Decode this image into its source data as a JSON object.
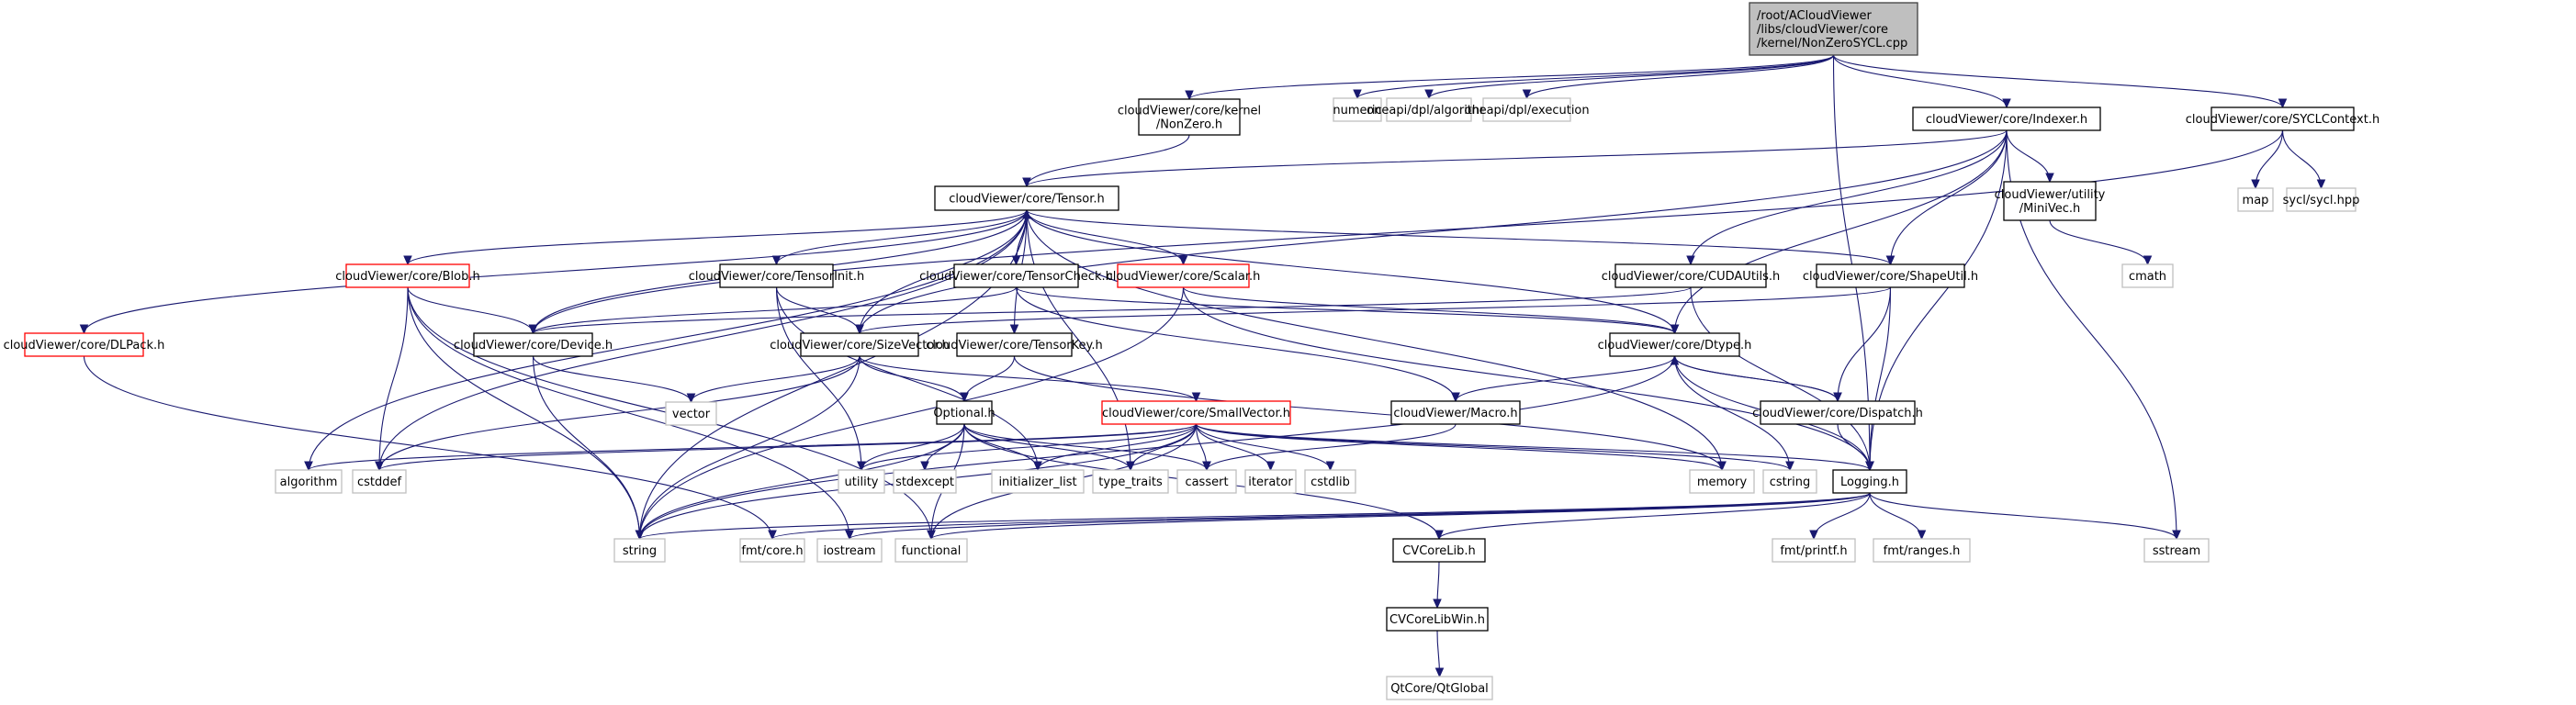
{
  "title": "/root/ACloudViewer/libs/cloudViewer/core/kernel/NonZeroSYCL.cpp include dependency graph",
  "colors": {
    "edge": "#191970",
    "root_fill": "#bfbfbf",
    "root_border": "#404040",
    "documented_border": "#000000",
    "truncated_border": "#ff0000",
    "external_border": "#bfbfbf"
  },
  "nodes": [
    {
      "id": "root",
      "kind": "root",
      "lines": [
        "/root/ACloudViewer",
        "/libs/cloudViewer/core",
        "/kernel/NonZeroSYCL.cpp"
      ]
    },
    {
      "id": "nonzero",
      "kind": "doc",
      "lines": [
        "cloudViewer/core/kernel",
        "/NonZero.h"
      ]
    },
    {
      "id": "numeric",
      "kind": "ext",
      "lines": [
        "numeric"
      ]
    },
    {
      "id": "dplalg",
      "kind": "ext",
      "lines": [
        "oneapi/dpl/algorithm"
      ]
    },
    {
      "id": "dplexec",
      "kind": "ext",
      "lines": [
        "oneapi/dpl/execution"
      ]
    },
    {
      "id": "indexer",
      "kind": "doc",
      "lines": [
        "cloudViewer/core/Indexer.h"
      ]
    },
    {
      "id": "syclctx",
      "kind": "doc",
      "lines": [
        "cloudViewer/core/SYCLContext.h"
      ]
    },
    {
      "id": "tensor",
      "kind": "doc",
      "lines": [
        "cloudViewer/core/Tensor.h"
      ]
    },
    {
      "id": "minivec",
      "kind": "doc",
      "lines": [
        "cloudViewer/utility",
        "/MiniVec.h"
      ]
    },
    {
      "id": "map",
      "kind": "ext",
      "lines": [
        "map"
      ]
    },
    {
      "id": "syclhpp",
      "kind": "ext",
      "lines": [
        "sycl/sycl.hpp"
      ]
    },
    {
      "id": "blob",
      "kind": "trunc",
      "lines": [
        "cloudViewer/core/Blob.h"
      ]
    },
    {
      "id": "tensorinit",
      "kind": "doc",
      "lines": [
        "cloudViewer/core/TensorInit.h"
      ]
    },
    {
      "id": "tensorcheck",
      "kind": "doc",
      "lines": [
        "cloudViewer/core/TensorCheck.h"
      ]
    },
    {
      "id": "scalar",
      "kind": "trunc",
      "lines": [
        "cloudViewer/core/Scalar.h"
      ]
    },
    {
      "id": "cudautils",
      "kind": "doc",
      "lines": [
        "cloudViewer/core/CUDAUtils.h"
      ]
    },
    {
      "id": "shapeutil",
      "kind": "doc",
      "lines": [
        "cloudViewer/core/ShapeUtil.h"
      ]
    },
    {
      "id": "cmath",
      "kind": "ext",
      "lines": [
        "cmath"
      ]
    },
    {
      "id": "dlpack",
      "kind": "trunc",
      "lines": [
        "cloudViewer/core/DLPack.h"
      ]
    },
    {
      "id": "device",
      "kind": "doc",
      "lines": [
        "cloudViewer/core/Device.h"
      ]
    },
    {
      "id": "sizevector",
      "kind": "doc",
      "lines": [
        "cloudViewer/core/SizeVector.h"
      ]
    },
    {
      "id": "tensorkey",
      "kind": "doc",
      "lines": [
        "cloudViewer/core/TensorKey.h"
      ]
    },
    {
      "id": "dtype",
      "kind": "doc",
      "lines": [
        "cloudViewer/core/Dtype.h"
      ]
    },
    {
      "id": "vector",
      "kind": "ext",
      "lines": [
        "vector"
      ]
    },
    {
      "id": "optional",
      "kind": "doc",
      "lines": [
        "Optional.h"
      ]
    },
    {
      "id": "smallvector",
      "kind": "trunc",
      "lines": [
        "cloudViewer/core/SmallVector.h"
      ]
    },
    {
      "id": "macro",
      "kind": "doc",
      "lines": [
        "cloudViewer/Macro.h"
      ]
    },
    {
      "id": "dispatch",
      "kind": "doc",
      "lines": [
        "cloudViewer/core/Dispatch.h"
      ]
    },
    {
      "id": "algorithm",
      "kind": "ext",
      "lines": [
        "algorithm"
      ]
    },
    {
      "id": "cstddef",
      "kind": "ext",
      "lines": [
        "cstddef"
      ]
    },
    {
      "id": "utility",
      "kind": "ext",
      "lines": [
        "utility"
      ]
    },
    {
      "id": "stdexcept",
      "kind": "ext",
      "lines": [
        "stdexcept"
      ]
    },
    {
      "id": "initlist",
      "kind": "ext",
      "lines": [
        "initializer_list"
      ]
    },
    {
      "id": "typetraits",
      "kind": "ext",
      "lines": [
        "type_traits"
      ]
    },
    {
      "id": "cassert",
      "kind": "ext",
      "lines": [
        "cassert"
      ]
    },
    {
      "id": "iterator",
      "kind": "ext",
      "lines": [
        "iterator"
      ]
    },
    {
      "id": "cstdlib",
      "kind": "ext",
      "lines": [
        "cstdlib"
      ]
    },
    {
      "id": "memory",
      "kind": "ext",
      "lines": [
        "memory"
      ]
    },
    {
      "id": "cstring",
      "kind": "ext",
      "lines": [
        "cstring"
      ]
    },
    {
      "id": "logging",
      "kind": "doc",
      "lines": [
        "Logging.h"
      ]
    },
    {
      "id": "string",
      "kind": "ext",
      "lines": [
        "string"
      ]
    },
    {
      "id": "fmtcore",
      "kind": "ext",
      "lines": [
        "fmt/core.h"
      ]
    },
    {
      "id": "iostream",
      "kind": "ext",
      "lines": [
        "iostream"
      ]
    },
    {
      "id": "functional",
      "kind": "ext",
      "lines": [
        "functional"
      ]
    },
    {
      "id": "cvcorelib",
      "kind": "doc",
      "lines": [
        "CVCoreLib.h"
      ]
    },
    {
      "id": "fmtprintf",
      "kind": "ext",
      "lines": [
        "fmt/printf.h"
      ]
    },
    {
      "id": "fmtranges",
      "kind": "ext",
      "lines": [
        "fmt/ranges.h"
      ]
    },
    {
      "id": "sstream",
      "kind": "ext",
      "lines": [
        "sstream"
      ]
    },
    {
      "id": "cvcorelibwin",
      "kind": "doc",
      "lines": [
        "CVCoreLibWin.h"
      ]
    },
    {
      "id": "qtglobal",
      "kind": "ext",
      "lines": [
        "QtCore/QtGlobal"
      ]
    }
  ],
  "edges": [
    [
      "root",
      "nonzero"
    ],
    [
      "root",
      "numeric"
    ],
    [
      "root",
      "dplalg"
    ],
    [
      "root",
      "dplexec"
    ],
    [
      "root",
      "indexer"
    ],
    [
      "root",
      "syclctx"
    ],
    [
      "root",
      "logging"
    ],
    [
      "nonzero",
      "tensor"
    ],
    [
      "indexer",
      "tensor"
    ],
    [
      "indexer",
      "cudautils"
    ],
    [
      "indexer",
      "shapeutil"
    ],
    [
      "indexer",
      "minivec"
    ],
    [
      "indexer",
      "dtype"
    ],
    [
      "indexer",
      "sizevector"
    ],
    [
      "indexer",
      "logging"
    ],
    [
      "indexer",
      "sstream"
    ],
    [
      "syclctx",
      "device"
    ],
    [
      "syclctx",
      "map"
    ],
    [
      "syclctx",
      "syclhpp"
    ],
    [
      "minivec",
      "cmath"
    ],
    [
      "tensor",
      "blob"
    ],
    [
      "tensor",
      "dlpack"
    ],
    [
      "tensor",
      "device"
    ],
    [
      "tensor",
      "tensorinit"
    ],
    [
      "tensor",
      "sizevector"
    ],
    [
      "tensor",
      "tensorcheck"
    ],
    [
      "tensor",
      "scalar"
    ],
    [
      "tensor",
      "tensorkey"
    ],
    [
      "tensor",
      "shapeutil"
    ],
    [
      "tensor",
      "dtype"
    ],
    [
      "tensor",
      "algorithm"
    ],
    [
      "tensor",
      "cstddef"
    ],
    [
      "tensor",
      "string"
    ],
    [
      "tensor",
      "typetraits"
    ],
    [
      "tensor",
      "memory"
    ],
    [
      "tensorcheck",
      "tensor"
    ],
    [
      "tensorcheck",
      "device"
    ],
    [
      "tensorcheck",
      "dtype"
    ],
    [
      "tensorcheck",
      "macro"
    ],
    [
      "blob",
      "device"
    ],
    [
      "blob",
      "cstddef"
    ],
    [
      "blob",
      "string"
    ],
    [
      "blob",
      "functional"
    ],
    [
      "blob",
      "iostream"
    ],
    [
      "dlpack",
      "fmtcore"
    ],
    [
      "device",
      "vector"
    ],
    [
      "device",
      "string"
    ],
    [
      "tensorinit",
      "sizevector"
    ],
    [
      "tensorinit",
      "utility"
    ],
    [
      "tensorinit",
      "initlist"
    ],
    [
      "scalar",
      "dtype"
    ],
    [
      "scalar",
      "logging"
    ],
    [
      "scalar",
      "string"
    ],
    [
      "cudautils",
      "device"
    ],
    [
      "cudautils",
      "logging"
    ],
    [
      "shapeutil",
      "sizevector"
    ],
    [
      "shapeutil",
      "dispatch"
    ],
    [
      "shapeutil",
      "logging"
    ],
    [
      "sizevector",
      "optional"
    ],
    [
      "sizevector",
      "smallvector"
    ],
    [
      "sizevector",
      "vector"
    ],
    [
      "sizevector",
      "cstddef"
    ],
    [
      "sizevector",
      "string"
    ],
    [
      "tensorkey",
      "optional"
    ],
    [
      "tensorkey",
      "memory"
    ],
    [
      "dtype",
      "dispatch"
    ],
    [
      "dtype",
      "macro"
    ],
    [
      "dtype",
      "logging"
    ],
    [
      "dtype",
      "cstring"
    ],
    [
      "dtype",
      "string"
    ],
    [
      "dispatch",
      "dtype"
    ],
    [
      "dispatch",
      "logging"
    ],
    [
      "optional",
      "utility"
    ],
    [
      "optional",
      "stdexcept"
    ],
    [
      "optional",
      "initlist"
    ],
    [
      "optional",
      "typetraits"
    ],
    [
      "optional",
      "cassert"
    ],
    [
      "optional",
      "functional"
    ],
    [
      "optional",
      "string"
    ],
    [
      "optional",
      "cvcorelib"
    ],
    [
      "smallvector",
      "algorithm"
    ],
    [
      "smallvector",
      "cstddef"
    ],
    [
      "smallvector",
      "utility"
    ],
    [
      "smallvector",
      "initlist"
    ],
    [
      "smallvector",
      "typetraits"
    ],
    [
      "smallvector",
      "cassert"
    ],
    [
      "smallvector",
      "iterator"
    ],
    [
      "smallvector",
      "cstdlib"
    ],
    [
      "smallvector",
      "memory"
    ],
    [
      "smallvector",
      "cstring"
    ],
    [
      "smallvector",
      "functional"
    ],
    [
      "smallvector",
      "string"
    ],
    [
      "smallvector",
      "logging"
    ],
    [
      "macro",
      "cassert"
    ],
    [
      "logging",
      "fmtprintf"
    ],
    [
      "logging",
      "fmtranges"
    ],
    [
      "logging",
      "sstream"
    ],
    [
      "logging",
      "string"
    ],
    [
      "logging",
      "fmtcore"
    ],
    [
      "logging",
      "iostream"
    ],
    [
      "logging",
      "functional"
    ],
    [
      "logging",
      "cvcorelib"
    ],
    [
      "cvcorelib",
      "cvcorelibwin"
    ],
    [
      "cvcorelibwin",
      "qtglobal"
    ]
  ]
}
